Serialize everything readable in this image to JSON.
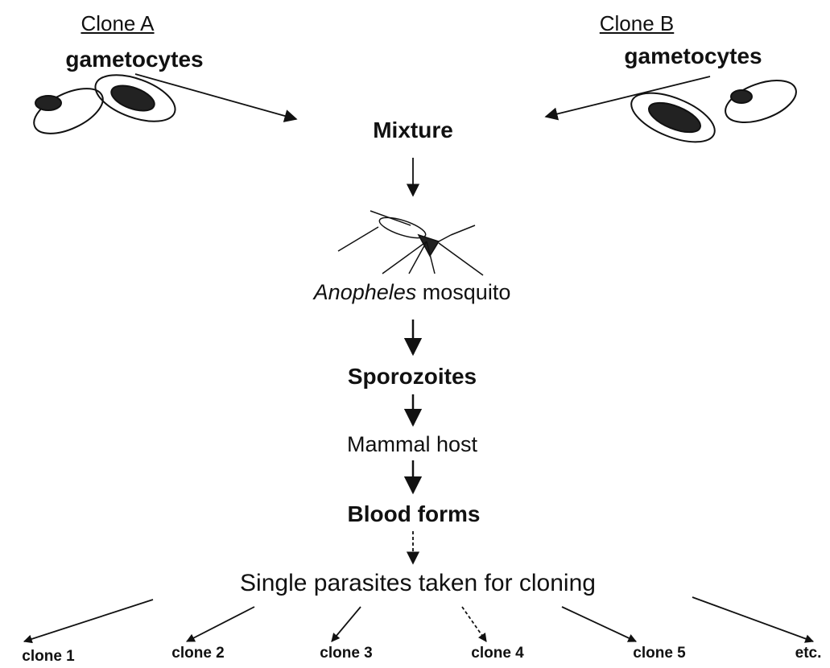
{
  "diagram": {
    "clone_a": {
      "title": "Clone A",
      "label": "gametocytes"
    },
    "clone_b": {
      "title": "Clone B",
      "label": "gametocytes"
    },
    "mixture": "Mixture",
    "mosquito": {
      "genus": "Anopheles",
      "rest": " mosquito"
    },
    "sporozoites": "Sporozoites",
    "mammal_host": "Mammal host",
    "blood_forms": "Blood forms",
    "single_parasites": "Single parasites taken for cloning",
    "clones": [
      "clone 1",
      "clone 2",
      "clone 3",
      "clone 4",
      "clone 5",
      "etc."
    ]
  }
}
